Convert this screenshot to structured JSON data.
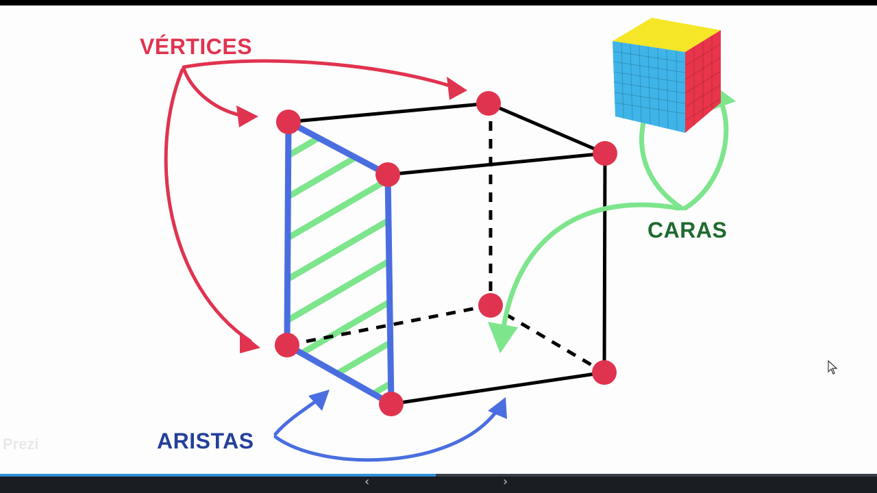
{
  "labels": {
    "vertices": "VÉRTICES",
    "caras": "CARAS",
    "aristas": "ARISTAS"
  },
  "watermark": "Prezi",
  "colors": {
    "vertices": "#e0334f",
    "caras_label": "#1e6b2e",
    "caras_arrow": "#7de58c",
    "aristas": "#4a6ee0",
    "aristas_label": "#24409a",
    "edge": "#000000",
    "hatch": "#7de58c"
  },
  "player": {
    "progress": 0.497,
    "prev_icon": "chevron-left-icon",
    "next_icon": "chevron-right-icon"
  }
}
